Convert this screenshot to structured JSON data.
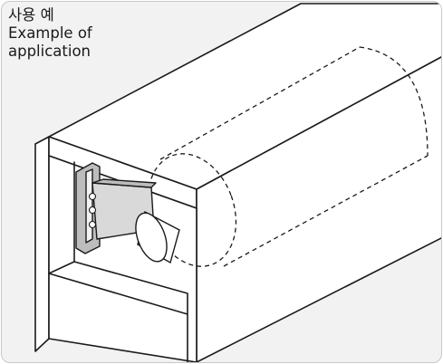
{
  "caption": {
    "korean": "사용 예",
    "line_1": "Example of",
    "line_2": "application"
  },
  "colors": {
    "background": "#f2f2f2",
    "frame_border": "#c8c8c8",
    "line": "#1a1a1a",
    "bracket_fill": "#bdbdbd",
    "bracket_face": "#d9d9d9"
  }
}
